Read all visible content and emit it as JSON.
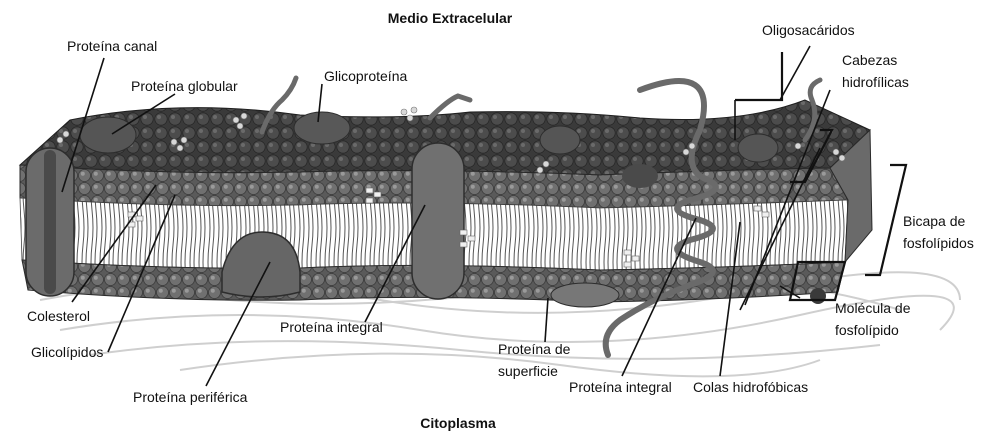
{
  "diagram": {
    "title_top": "Medio Extracelular",
    "title_bottom": "Citoplasma",
    "labels": {
      "proteina_canal": "Proteína canal",
      "proteina_globular": "Proteína globular",
      "glicoproteina": "Glicoproteína",
      "oligosacaridos": "Oligosacáridos",
      "cabezas_1": "Cabezas",
      "cabezas_2": "hidrofílicas",
      "bicapa_1": "Bicapa de",
      "bicapa_2": "fosfolípidos",
      "molecula_1": "Molécula de",
      "molecula_2": "fosfolípido",
      "colesterol": "Colesterol",
      "glicolipidos": "Glicolípidos",
      "proteina_periferica": "Proteína periférica",
      "proteina_integral_1": "Proteína integral",
      "proteina_superficie_1": "Proteína de",
      "proteina_superficie_2": "superficie",
      "proteina_integral_2": "Proteína integral",
      "colas_hidrofobicas": "Colas hidrofóbicas"
    }
  }
}
